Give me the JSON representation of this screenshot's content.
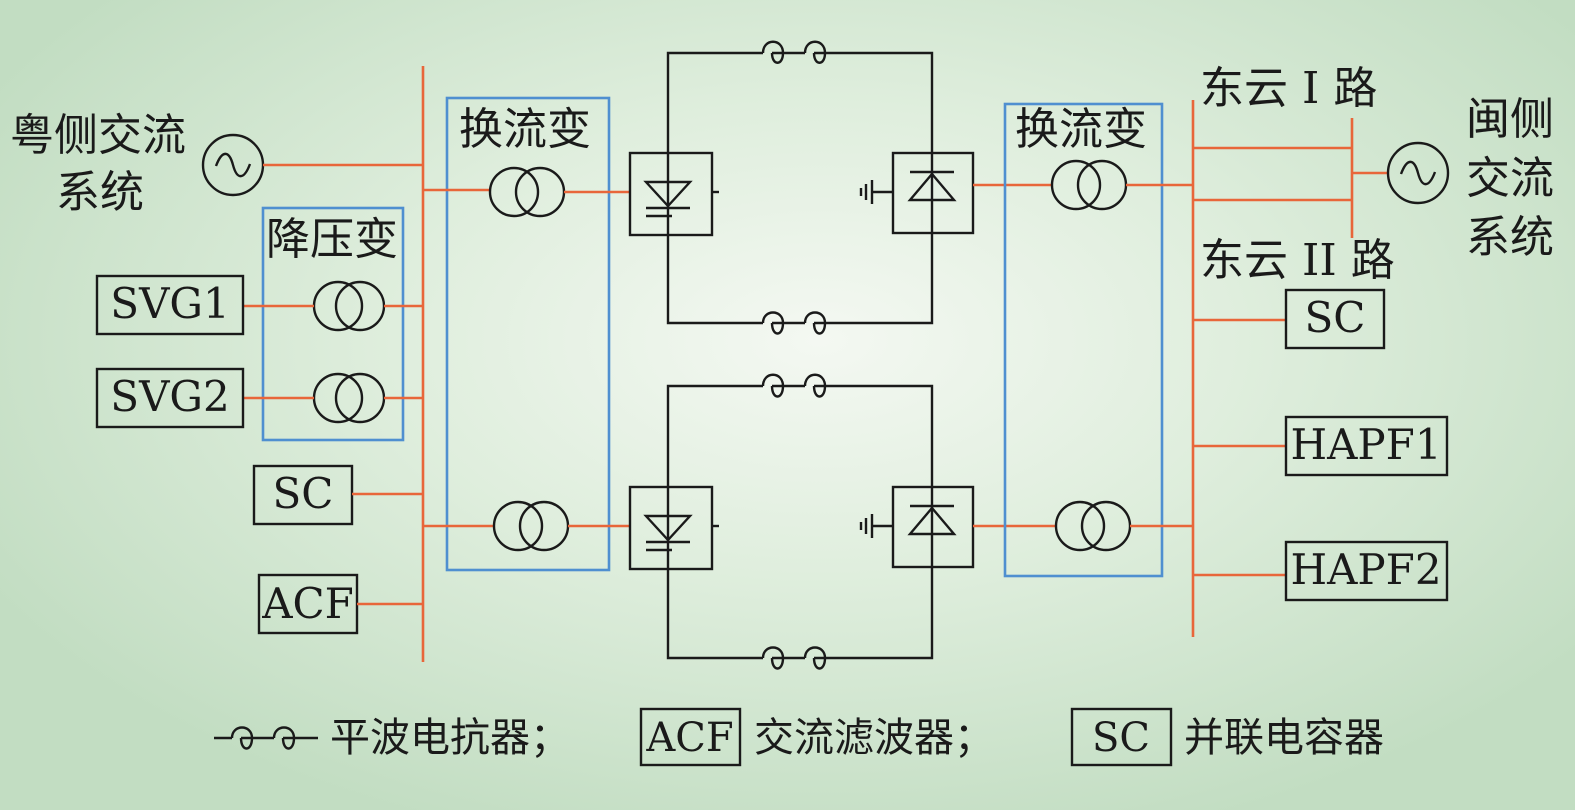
{
  "left_system": {
    "line1": "粤侧交流",
    "line2": "系统"
  },
  "right_system": {
    "line1": "闽侧",
    "line2": "交流",
    "line3": "系统"
  },
  "lines": {
    "line1": "东云 I 路",
    "line2": "东云 II 路"
  },
  "transformers": {
    "step_down": "降压变",
    "converter_left": "换流变",
    "converter_right": "换流变"
  },
  "left_devices": {
    "svg1": "SVG1",
    "svg2": "SVG2",
    "sc": "SC",
    "acf": "ACF"
  },
  "right_devices": {
    "sc": "SC",
    "hapf1": "HAPF1",
    "hapf2": "HAPF2"
  },
  "legend": {
    "reactor_text": "平波电抗器；",
    "acf_box": "ACF",
    "acf_text": "交流滤波器；",
    "sc_box": "SC",
    "sc_text": "并联电容器"
  },
  "colors": {
    "ac_line": "#e8663a",
    "dc_line": "#1a1a1a",
    "group_box": "#4f8fd0"
  }
}
